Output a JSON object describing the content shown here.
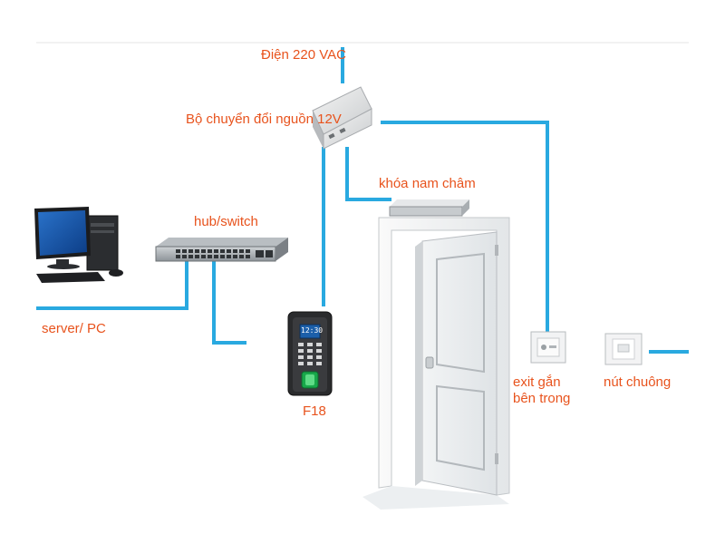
{
  "labels": {
    "power_220": "Điện 220 VAC",
    "power_adapter": "Bộ chuyển đổi nguồn 12V",
    "magnetic_lock": "khóa nam châm",
    "hub_switch": "hub/switch",
    "server_pc": "server/ PC",
    "device_model": "F18",
    "exit_button_line1": "exit gắn",
    "exit_button_line2": "bên trong",
    "doorbell": "nút chuông"
  },
  "device_screen": "12:30",
  "colors": {
    "cable": "#29a9e0",
    "label": "#e8531d",
    "divider": "#e6e6e6"
  }
}
